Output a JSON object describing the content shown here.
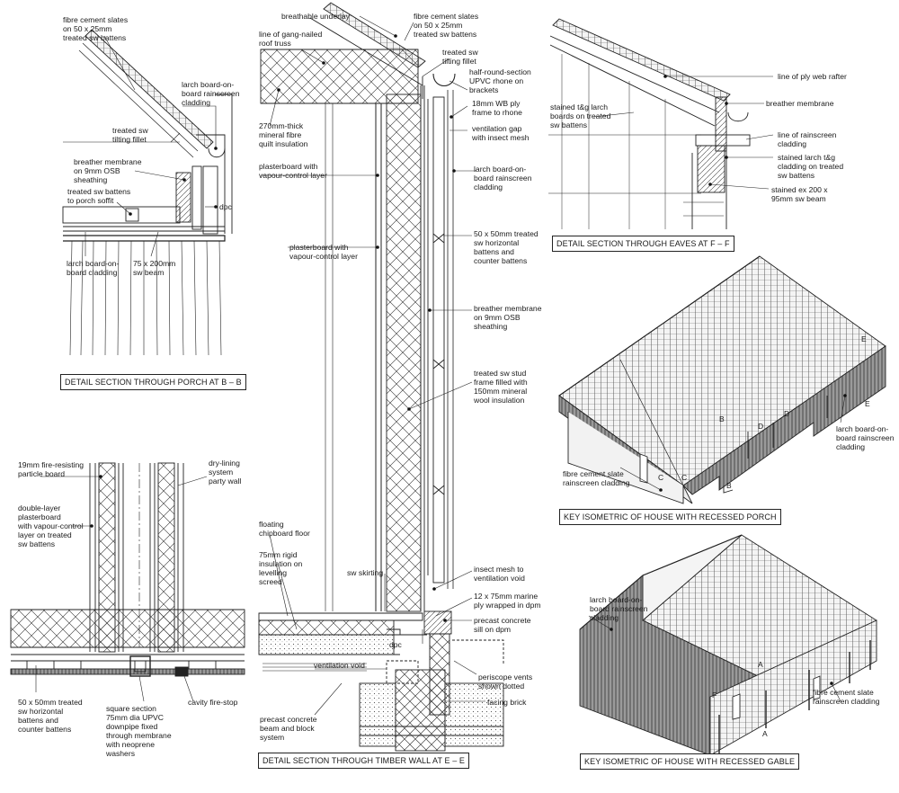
{
  "captions": {
    "porch": "DETAIL SECTION THROUGH PORCH AT B – B",
    "wall": "DETAIL SECTION THROUGH TIMBER WALL AT E – E",
    "eaves": "DETAIL SECTION THROUGH EAVES AT F – F",
    "iso_porch": "KEY ISOMETRIC OF HOUSE WITH RECESSED PORCH",
    "iso_gable": "KEY ISOMETRIC OF HOUSE WITH RECESSED GABLE"
  },
  "porch_labels": {
    "slates": "fibre cement slates\non 50 x 25mm\ntreated sw battens",
    "cladding_top": "larch board-on-\nboard rainscreen\ncladding",
    "fillet": "treated sw\ntilting fillet",
    "membrane": "breather membrane\non 9mm OSB\nsheathing",
    "battens": "treated sw battens\nto porch soffit",
    "dpc": "dpc",
    "cladding_bottom": "larch board-on-\nboard cladding",
    "beam": "75 x 200mm\nsw beam"
  },
  "wall_labels": {
    "underlay": "breathable underlay",
    "slates": "fibre cement slates\non 50 x 25mm\ntreated sw battens",
    "truss": "line of gang-nailed\nroof truss",
    "fillet": "treated sw\ntilting fillet",
    "rhone": "half-round-section\nUPVC rhone on\nbrackets",
    "insulation": "270mm-thick\nmineral fibre\nquilt insulation",
    "ply_frame": "18mm WB ply\nframe to rhone",
    "vent_gap": "ventilation gap\nwith insect mesh",
    "plaster_top": "plasterboard with\nvapour-control layer",
    "cladding": "larch board-on-\nboard rainscreen\ncladding",
    "plaster_mid": "plasterboard with\nvapour-control layer",
    "battens": "50 x 50mm treated\nsw horizontal\nbattens and\ncounter battens",
    "membrane": "breather membrane\non 9mm OSB\nsheathing",
    "stud": "treated sw stud\nframe filled with\n150mm mineral\nwool insulation",
    "floor": "floating\nchipboard floor",
    "rigid": "75mm rigid\ninsulation on\nlevelling\nscreed",
    "skirting": "sw skirting",
    "mesh": "insect mesh to\nventilation void",
    "marine_ply": "12 x 75mm marine\nply wrapped in dpm",
    "sill": "precast concrete\nsill on dpm",
    "dpc": "dpc",
    "void": "ventilation void",
    "periscope": "periscope vents\nshown dotted",
    "brick": "facing brick",
    "beam_block": "precast concrete\nbeam and block\nsystem"
  },
  "eaves_labels": {
    "rafter": "line of ply web rafter",
    "larch_boards": "stained t&g larch\nboards on treated\nsw battens",
    "membrane": "breather membrane",
    "rainscreen": "line of rainscreen\ncladding",
    "stained": "stained larch t&g\ncladding on treated\nsw battens",
    "beam": "stained ex 200 x\n95mm sw beam"
  },
  "party_labels": {
    "particle": "19mm fire-resisting\nparticle board",
    "dry_lining": "dry-lining\nsystem\nparty wall",
    "double": "double-layer\nplasterboard\nwith vapour-control\nlayer on treated\nsw battens",
    "battens": "50 x 50mm treated\nsw horizontal\nbattens and\ncounter battens",
    "downpipe": "square section\n75mm dia UPVC\ndownpipe fixed\nthrough membrane\nwith neoprene\nwashers",
    "fire_stop": "cavity fire-stop"
  },
  "iso_labels": {
    "porch_cladding": "larch board-on-\nboard rainscreen\ncladding",
    "porch_slate": "fibre cement slate\nrainscreen cladding",
    "gable_cladding": "larch board-on-\nboard rainscreen\ncladding",
    "gable_slate": "fibre cement slate\nrainscreen cladding"
  },
  "section_marks": {
    "b1": "B",
    "b2": "B",
    "c1": "C",
    "c2": "C",
    "d1": "D",
    "d2": "D",
    "e1": "E",
    "e2": "E",
    "a1": "A",
    "a2": "A",
    "f1": "F"
  }
}
